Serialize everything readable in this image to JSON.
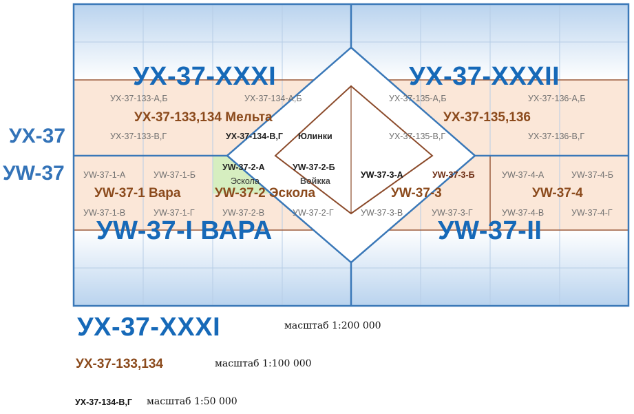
{
  "rows": {
    "ux": "УХ-37",
    "yw": "УW-37"
  },
  "sheets_200k": {
    "tl": "УХ-37-XXXI",
    "tr": "УХ-37-XXXII",
    "bl": "УW-37-I ВАРА",
    "br": "УW-37-II"
  },
  "sheets_100k": {
    "ux_left": "УХ-37-133,134 Мельта",
    "ux_right": "УХ-37-135,136",
    "yw1": "УW-37-1 Вара",
    "yw2": "УW-37-2 Эскола",
    "yw3": "УW-37-3",
    "yw4": "УW-37-4"
  },
  "cells_ux": {
    "a133": "УХ-37-133-А,Б",
    "a134": "УХ-37-134-А,Б",
    "a135": "УХ-37-135-А,Б",
    "a136": "УХ-37-136-А,Б",
    "v133": "УХ-37-133-В,Г",
    "v134": "УХ-37-134-В,Г",
    "v134_note": "Юлинки",
    "v135": "УХ-37-135-В,Г",
    "v136": "УХ-37-136-В,Г"
  },
  "cells_yw": {
    "c1a": "УW-37-1-А",
    "c1b": "УW-37-1-Б",
    "c1v": "УW-37-1-В",
    "c1g": "УW-37-1-Г",
    "c2a": "УW-37-2-А",
    "c2a_note": "Эскола",
    "c2b": "УW-37-2-Б",
    "c2b_note": "Войкка",
    "c2v": "УW-37-2-В",
    "c2g": "УW-37-2-Г",
    "c3a": "УW-37-3-А",
    "c3b": "УW-37-3-Б",
    "c3v": "УW-37-3-В",
    "c3g": "УW-37-3-Г",
    "c4a": "УW-37-4-А",
    "c4b": "УW-37-4-Б",
    "c4v": "УW-37-4-В",
    "c4g": "УW-37-4-Г"
  },
  "legend": {
    "l1_name": "УХ-37-XXXI",
    "l1_scale": "масштаб 1:200 000",
    "l2_name": "УХ-37-133,134",
    "l2_scale": "масштаб 1:100 000",
    "l3_name": "УХ-37-134-В,Г",
    "l3_scale": "масштаб 1:50 000"
  },
  "colors": {
    "blue_line": "#3a78b8",
    "brown_line": "#8b4a2a",
    "peach_band": "#fbe6d6",
    "green_cell": "#ccf2c0"
  }
}
